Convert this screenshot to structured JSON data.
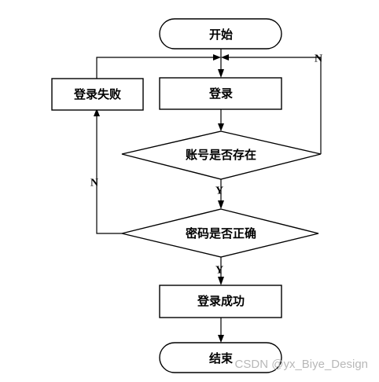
{
  "nodes": {
    "start": "开始",
    "login": "登录",
    "login_failed": "登录失败",
    "account_exists": "账号是否存在",
    "password_correct": "密码是否正确",
    "login_success": "登录成功",
    "end": "结束"
  },
  "edge_labels": {
    "account_no": "N",
    "account_yes": "Y",
    "password_no": "N",
    "password_yes": "Y"
  },
  "watermark": "CSDN @yx_Biye_Design"
}
